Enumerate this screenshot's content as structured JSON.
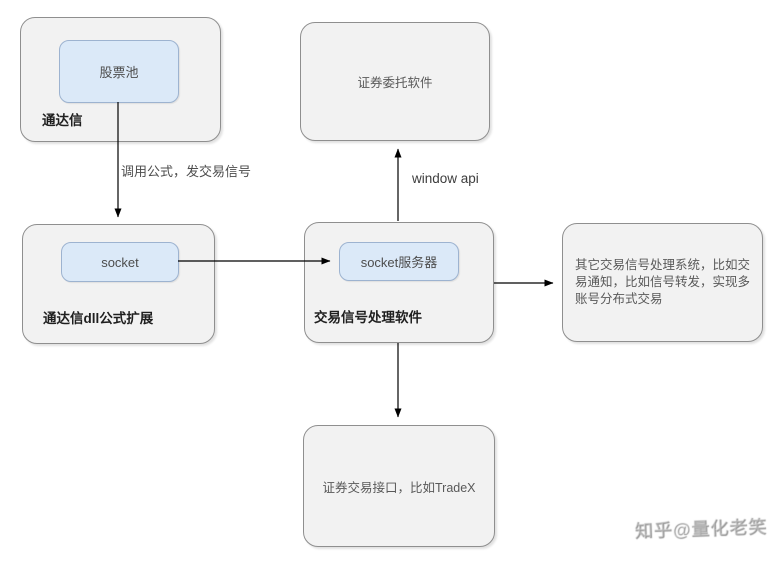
{
  "colors": {
    "canvas_bg": "#ffffff",
    "node_fill": "#f2f2f2",
    "node_border": "#8f8f8f",
    "chip_fill": "#dbe9f8",
    "chip_border": "#9db3d0",
    "arrow": "#000000",
    "body_text": "#595959",
    "label_text": "#1f1f1f"
  },
  "nodes": {
    "tongdaxin": {
      "label": "通达信",
      "inner": "股票池"
    },
    "dll_ext": {
      "label": "通达信dll公式扩展",
      "inner": "socket"
    },
    "signal_processor": {
      "label": "交易信号处理软件",
      "inner": "socket服务器"
    },
    "broker_client": {
      "label": "证券委托软件"
    },
    "other_systems": {
      "label": "其它交易信号处理系统，比如交易通知，比如信号转发，实现多账号分布式交易"
    },
    "trade_api": {
      "label": "证券交易接口，比如TradeX"
    }
  },
  "edge_labels": {
    "call_formula": "调用公式，发交易信号",
    "window_api": "window api"
  },
  "watermark": {
    "text": "知乎@量化老笑"
  }
}
